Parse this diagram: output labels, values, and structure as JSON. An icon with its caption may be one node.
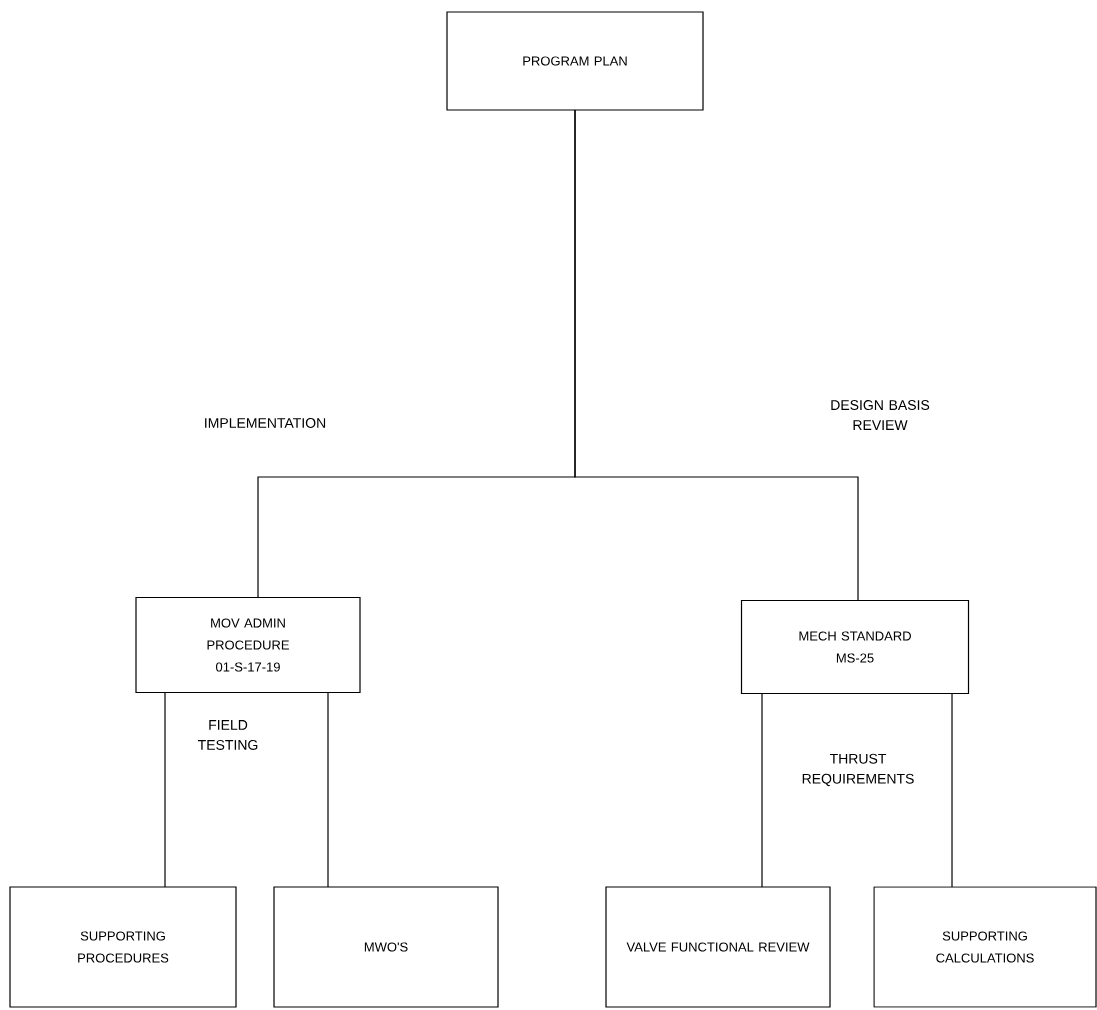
{
  "diagram": {
    "nodes": [
      {
        "text": [
          "PROGRAM PLAN"
        ]
      },
      {
        "text": [
          "MOV ADMIN PROCEDURE 01-S-17-19"
        ]
      },
      {
        "text": [
          "MECH STANDARD MS-25"
        ]
      },
      {
        "text": [
          "SUPPORTING PROCEDURES"
        ]
      },
      {
        "text": [
          "MWO'S"
        ]
      },
      {
        "text": [
          "VALVE FUNCTIONAL REVIEW"
        ]
      },
      {
        "text": [
          "SUPPORTING CALCULATIONS"
        ]
      }
    ],
    "edges": [
      {
        "from": 0,
        "to": 1,
        "arrow": "none"
      },
      {
        "from": 0,
        "to": 2,
        "arrow": "none"
      },
      {
        "from": 1,
        "to": 3,
        "arrow": "none"
      },
      {
        "from": 1,
        "to": 4,
        "arrow": "none"
      },
      {
        "from": 2,
        "to": 5,
        "arrow": "none"
      },
      {
        "from": 2,
        "to": 6,
        "arrow": "none"
      }
    ],
    "labels": [
      "IMPLEMENTATION",
      "DESIGN BASIS REVIEW",
      "FIELD TESTING",
      "THRUST REQUIREMENTS"
    ]
  }
}
